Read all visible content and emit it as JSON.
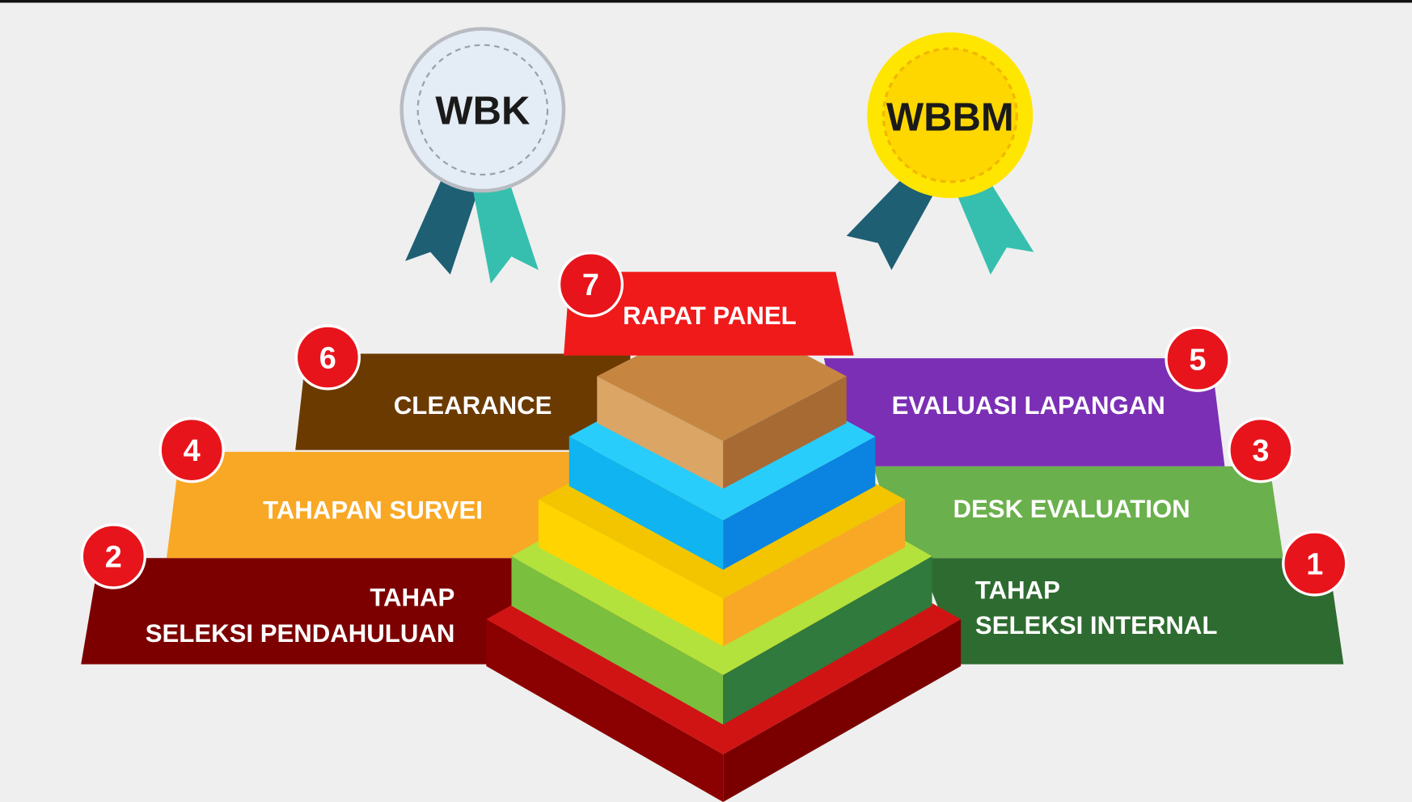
{
  "medals": [
    {
      "label": "WBK",
      "color": "#e4ecf5"
    },
    {
      "label": "WBBM",
      "color": "#ffe600"
    }
  ],
  "steps": [
    {
      "number": "1",
      "line1": "TAHAP",
      "line2": "SELEKSI INTERNAL",
      "color": "#2e6b30"
    },
    {
      "number": "2",
      "line1": "TAHAP",
      "line2": "SELEKSI PENDAHULUAN",
      "color": "#7d0000"
    },
    {
      "number": "3",
      "label": "DESK EVALUATION",
      "color": "#6ab04c"
    },
    {
      "number": "4",
      "label": "TAHAPAN SURVEI",
      "color": "#f9a825"
    },
    {
      "number": "5",
      "label": "EVALUASI LAPANGAN",
      "color": "#7b2fb5"
    },
    {
      "number": "6",
      "label": "CLEARANCE",
      "color": "#6b3a00"
    },
    {
      "number": "7",
      "label": "RAPAT PANEL",
      "color": "#f01a1a"
    }
  ]
}
